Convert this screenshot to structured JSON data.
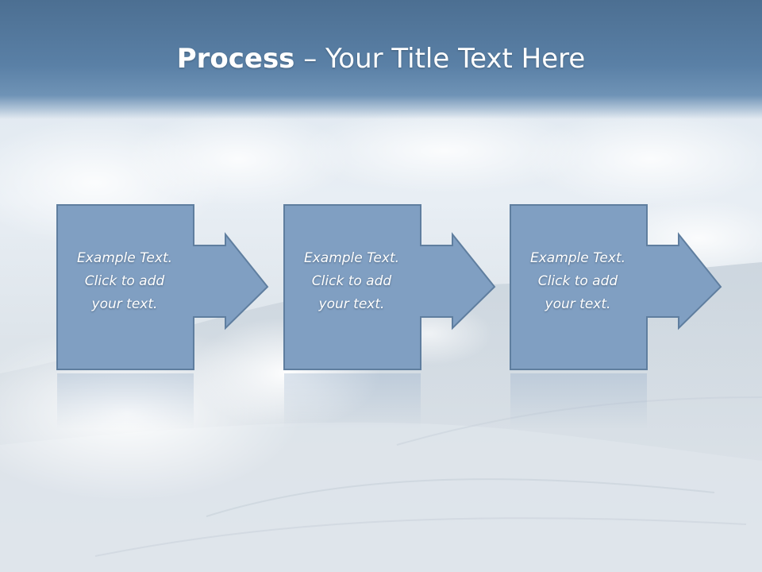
{
  "slide": {
    "title_bold": "Process",
    "title_rest": " – Your Title Text Here"
  },
  "steps": [
    {
      "line1": "Example Text.",
      "line2": "Click  to add",
      "line3": "your text."
    },
    {
      "line1": "Example Text.",
      "line2": "Click  to add",
      "line3": "your text."
    },
    {
      "line1": "Example Text.",
      "line2": "Click  to add",
      "line3": "your text."
    }
  ],
  "colors": {
    "title_band": "#5a80a6",
    "shape_fill": "#7f9fc3",
    "shape_stroke": "#5f7e9f",
    "text": "#ffffff"
  }
}
